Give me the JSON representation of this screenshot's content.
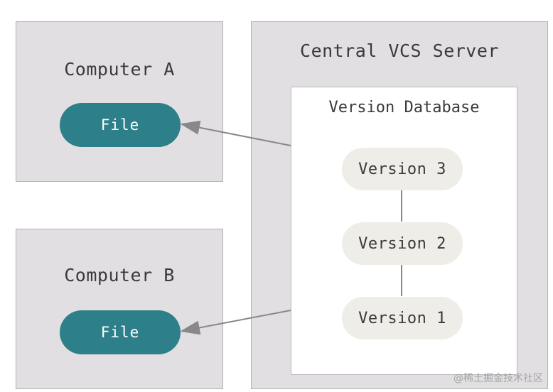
{
  "computer_a": {
    "title": "Computer A",
    "file_label": "File"
  },
  "computer_b": {
    "title": "Computer B",
    "file_label": "File"
  },
  "server": {
    "title": "Central VCS Server",
    "database": {
      "title": "Version Database",
      "versions": [
        "Version 3",
        "Version 2",
        "Version 1"
      ]
    }
  },
  "watermark": "@稀土掘金技术社区",
  "colors": {
    "panel_fill": "#e1dfe2",
    "file_pill": "#2d8089",
    "version_pill": "#eeede8",
    "arrow": "#888888"
  }
}
